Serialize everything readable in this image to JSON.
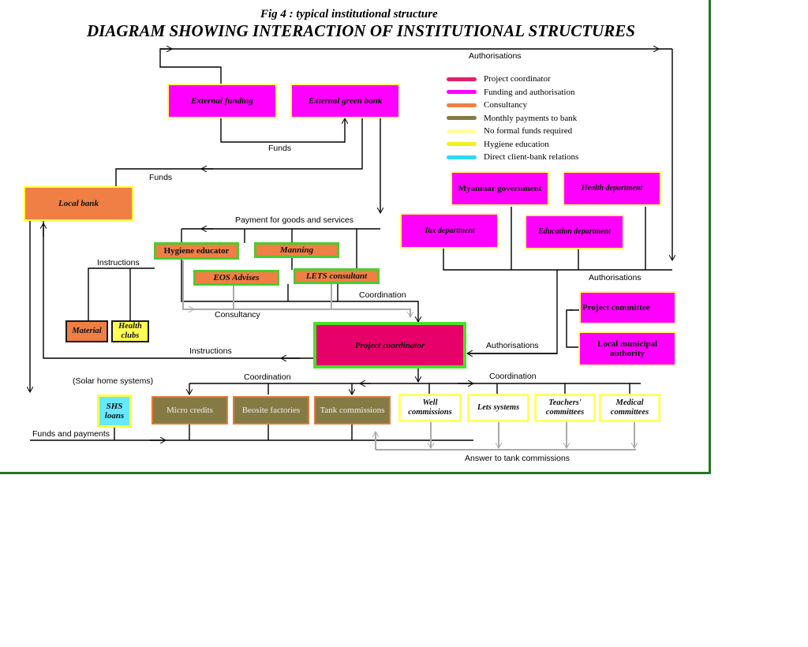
{
  "title": {
    "fig": "Fig 4 : typical institutional structure",
    "main": "DIAGRAM SHOWING INTERACTION OF INSTITUTIONAL STRUCTURES"
  },
  "legend": [
    {
      "label": "Project coordinator",
      "color": "#e0206a"
    },
    {
      "label": "Funding and authorisation",
      "color": "#ff00ff"
    },
    {
      "label": "Consultancy",
      "color": "#ef7f45"
    },
    {
      "label": "Monthly payments to bank",
      "color": "#857a44"
    },
    {
      "label": "No formal funds required",
      "color": "#ffffa0"
    },
    {
      "label": "Hygiene education",
      "color": "#f0f020"
    },
    {
      "label": "Direct client-bank relations",
      "color": "#30d8f0"
    }
  ],
  "nodes": {
    "external_funding": "External funding",
    "external_green_bank": "External green bank",
    "local_bank": "Local bank",
    "myanmar_government": "Myanmar government",
    "health_department": "Health department",
    "tax_department": "Tax department",
    "education_department": "Education department",
    "hygiene_educator": "Hygiene educator",
    "manning": "Manning",
    "eos_advises": "EOS Advises",
    "lets_consultant": "LETS consultant",
    "material": "Material",
    "health_clubs": "Health clubs",
    "project_coordinator": "Project coordinator",
    "project_committee": "Project committee",
    "local_municipal_authority": "Local  municipal authority",
    "shs_loans": "SHS loans",
    "micro_credits": "Micro credits",
    "beosite_factories": "Beosite factories",
    "tank_commissions": "Tank commissions",
    "well_commissions": "Well commissions",
    "lets_systems": "Lets systems",
    "teachers_committees": "Teachers' committees",
    "medical_committees": "Medical committees"
  },
  "edge_labels": {
    "authorisations_top": "Authorisations",
    "funds_1": "Funds",
    "funds_2": "Funds",
    "payment_goods": "Payment for goods and services",
    "instructions_1": "Instructions",
    "authorisations_right": "Authorisations",
    "coordination_1": "Coordination",
    "consultancy": "Consultancy",
    "instructions_2": "Instructions",
    "authorisations_mid": "Authorisations",
    "solar_home": "(Solar home systems)",
    "coordination_2": "Coordination",
    "coordination_3": "Coordination",
    "funds_payments": "Funds and payments",
    "answer_tank": "Answer to tank commissions"
  }
}
